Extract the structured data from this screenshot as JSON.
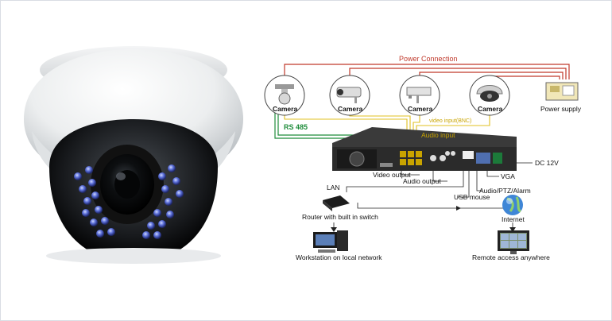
{
  "diagram": {
    "power_connection": "Power Connection",
    "cameras": [
      "Camera",
      "Camera",
      "Camera",
      "Camera"
    ],
    "power_supply": "Power supply",
    "rs485": "RS 485",
    "video_input": "video input(BNC)",
    "audio_input": "Audio input",
    "dc": "DC 12V",
    "video_output": "Video output",
    "audio_output": "Audio  output",
    "vga": "VGA",
    "audio_ptz_alarm": "Audio/PTZ/Alarm",
    "lan": "LAN",
    "usb_mouse": "USB mouse",
    "router": "Router with built in switch",
    "internet": "Internet",
    "workstation": "Workstation on local network",
    "remote_access": "Remote access anywhere"
  },
  "colors": {
    "power_line": "#c0392b",
    "rs485_line": "#1e8c3a",
    "video_line": "#e0c020",
    "dvr_body": "#2b2b2b"
  },
  "icons": {
    "product": "dome-camera-image",
    "router": "router-icon",
    "internet": "globe-icon",
    "workstation": "desktop-computer-icon",
    "remote": "monitor-icon"
  }
}
